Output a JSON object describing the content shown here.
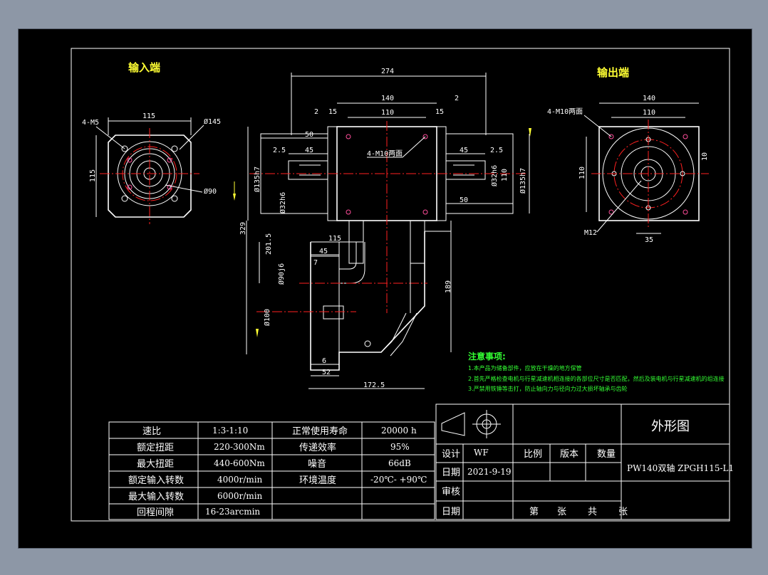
{
  "views": {
    "input_label": "输入端",
    "output_label": "输出端"
  },
  "dimensions": {
    "input_115_h": "115",
    "input_115_v": "115",
    "input_4m5": "4-M5",
    "input_d145": "Ø145",
    "input_d90": "Ø90",
    "front_274": "274",
    "front_140": "140",
    "front_2a": "2",
    "front_2b": "2",
    "front_15a": "15",
    "front_15b": "15",
    "front_110": "110",
    "front_50a": "50",
    "front_50b": "50",
    "front_45a": "45",
    "front_45b": "45",
    "front_25a": "2.5",
    "front_25b": "2.5",
    "front_4m10": "4-M10两面",
    "front_d135a": "Ø135h7",
    "front_d135b": "Ø135h7",
    "front_d32a": "Ø32h6",
    "front_d32b": "Ø32h6",
    "front_110v": "110",
    "front_329": "329",
    "front_2015": "201.5",
    "front_115": "115",
    "front_45c": "45",
    "front_7": "7",
    "front_d90": "Ø90j6",
    "front_d100": "Ø100",
    "front_189": "189",
    "front_6": "6",
    "front_52": "52",
    "front_1725": "172.5",
    "out_140": "140",
    "out_110": "110",
    "out_4m10": "4-M10两面",
    "out_110v": "110",
    "out_10": "10",
    "out_m12": "M12",
    "out_35": "35"
  },
  "notes": {
    "heading": "注意事项:",
    "items": [
      "1.本产品为储备部件，应放在干燥的地方保管",
      "2.首先严格检查电机与行星减速机相连接的各部位尺寸是否匹配，然后及装电机与行星减速机的组连接",
      "3.严禁用铁锤等击打，防止轴向力与径向力过大损坏轴承与齿轮"
    ]
  },
  "specs": {
    "rows": [
      {
        "k1": "速比",
        "v1": "1:3-1:10",
        "k2": "正常使用寿命",
        "v2": "20000  h"
      },
      {
        "k1": "额定扭距",
        "v1": "220-300Nm",
        "k2": "传递效率",
        "v2": "95%"
      },
      {
        "k1": "最大扭距",
        "v1": "440-600Nm",
        "k2": "噪音",
        "v2": "66dB"
      },
      {
        "k1": "额定输入转数",
        "v1": "4000r/min",
        "k2": "环境温度",
        "v2": "-20℃- +90℃"
      },
      {
        "k1": "最大输入转数",
        "v1": "6000r/min",
        "k2": "",
        "v2": ""
      },
      {
        "k1": "回程间隙",
        "v1": "16-23arcmin",
        "k2": "",
        "v2": ""
      }
    ]
  },
  "title_block": {
    "drawing_title": "外形图",
    "design_label": "设计",
    "designer": "WF",
    "date_label": "日期",
    "date": "2021-9-19",
    "review_label": "审核",
    "date2_label": "日期",
    "scale_label": "比例",
    "version_label": "版本",
    "qty_label": "数量",
    "part_name": "PW140双轴 ZPGH115-L1",
    "sheet_di": "第",
    "sheet_zhang1": "张",
    "sheet_gong": "共",
    "sheet_zhang2": "张"
  },
  "colors": {
    "background": "#000000",
    "frame": "#8d97a6",
    "title_yellow": "#ffff33",
    "note_green": "#33ff33",
    "centerline_red": "#ff2020",
    "hole_magenta": "#ff4d9a",
    "line_white": "#ffffff"
  }
}
